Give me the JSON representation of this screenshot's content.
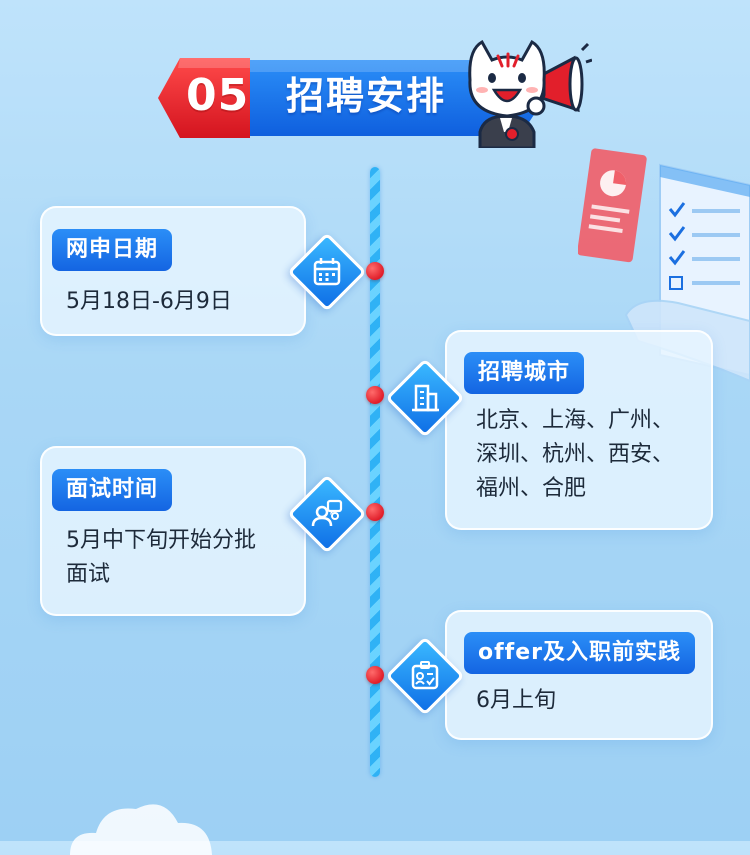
{
  "header": {
    "number": "05",
    "title": "招聘安排"
  },
  "colors": {
    "accent_blue": "#1465e2",
    "accent_red": "#e01e2a",
    "background": "#a9d7f6"
  },
  "timeline": [
    {
      "tag": "网申日期",
      "text": "5月18日-6月9日",
      "icon": "calendar-icon"
    },
    {
      "tag": "招聘城市",
      "text": "北京、上海、广州、\n深圳、杭州、西安、\n福州、合肥",
      "icon": "building-icon"
    },
    {
      "tag": "面试时间",
      "text": "5月中下旬开始分批\n面试",
      "icon": "people-chat-icon"
    },
    {
      "tag": "offer及入职前实践",
      "text": "6月上旬",
      "icon": "id-badge-icon"
    }
  ]
}
